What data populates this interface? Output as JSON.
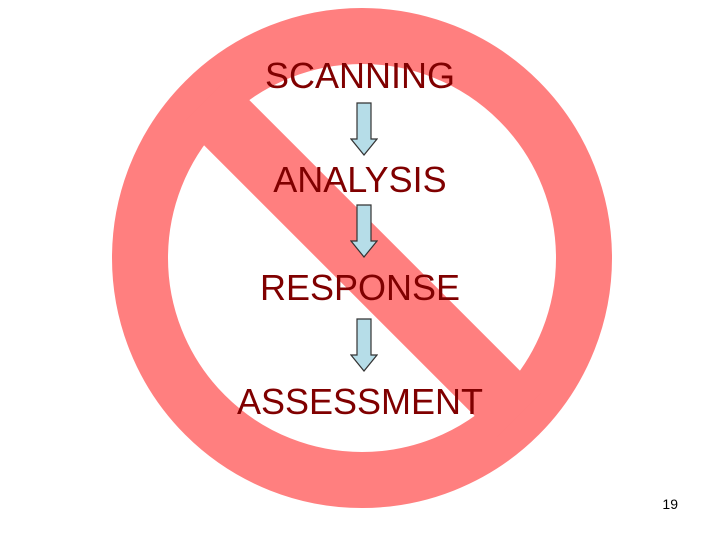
{
  "slide": {
    "steps": [
      "SCANNING",
      "ANALYSIS",
      "RESPONSE",
      "ASSESSMENT"
    ],
    "page_number": "19"
  },
  "colors": {
    "no_symbol": "#ff7f7f",
    "step_text": "#800000",
    "arrow_fill": "#b6dde8",
    "arrow_stroke": "#333333",
    "background": "#ffffff"
  },
  "icons": {
    "background_symbol": "prohibition-sign-icon",
    "connector": "down-arrow-icon"
  }
}
